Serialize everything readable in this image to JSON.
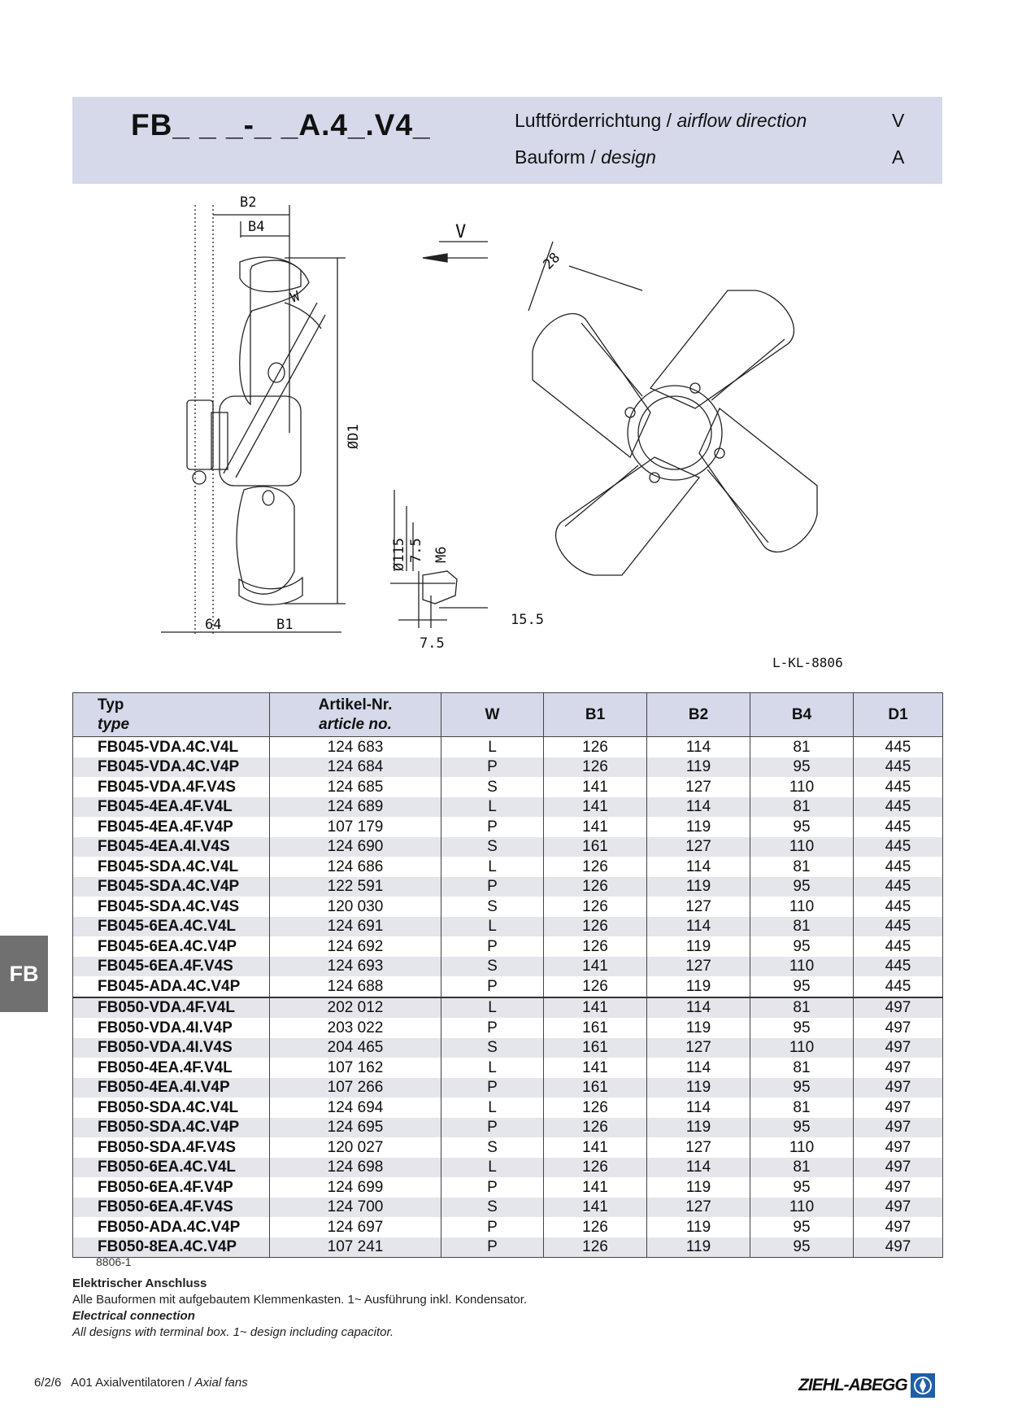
{
  "header": {
    "model_code": "FB_ _ _-_ _A.4_.V4_",
    "line1_de": "Luftförderrichtung /",
    "line1_en": "airflow direction",
    "line1_value": "V",
    "line2_de": "Bauform /",
    "line2_en": "design",
    "line2_value": "A"
  },
  "drawing": {
    "ref": "L-KL-8806",
    "labels": {
      "b2": "B2",
      "b4": "B4",
      "b1": "B1",
      "d1": "ØD1",
      "w": "W",
      "dim64": "64",
      "v": "V",
      "dim28": "28",
      "d115": "Ø115",
      "d75a": "7.5",
      "m6": "M6",
      "d155": "15.5",
      "d75b": "7.5"
    }
  },
  "table": {
    "headers": {
      "type_de": "Typ",
      "type_en": "type",
      "article_de": "Artikel-Nr.",
      "article_en": "article no.",
      "w": "W",
      "b1": "B1",
      "b2": "B2",
      "b4": "B4",
      "d1": "D1"
    },
    "rows": [
      {
        "type": "FB045-VDA.4C.V4L",
        "article": "124 683",
        "w": "L",
        "b1": "126",
        "b2": "114",
        "b4": "81",
        "d1": "445"
      },
      {
        "type": "FB045-VDA.4C.V4P",
        "article": "124 684",
        "w": "P",
        "b1": "126",
        "b2": "119",
        "b4": "95",
        "d1": "445"
      },
      {
        "type": "FB045-VDA.4F.V4S",
        "article": "124 685",
        "w": "S",
        "b1": "141",
        "b2": "127",
        "b4": "110",
        "d1": "445"
      },
      {
        "type": "FB045-4EA.4F.V4L",
        "article": "124 689",
        "w": "L",
        "b1": "141",
        "b2": "114",
        "b4": "81",
        "d1": "445"
      },
      {
        "type": "FB045-4EA.4F.V4P",
        "article": "107 179",
        "w": "P",
        "b1": "141",
        "b2": "119",
        "b4": "95",
        "d1": "445"
      },
      {
        "type": "FB045-4EA.4I.V4S",
        "article": "124 690",
        "w": "S",
        "b1": "161",
        "b2": "127",
        "b4": "110",
        "d1": "445"
      },
      {
        "type": "FB045-SDA.4C.V4L",
        "article": "124 686",
        "w": "L",
        "b1": "126",
        "b2": "114",
        "b4": "81",
        "d1": "445"
      },
      {
        "type": "FB045-SDA.4C.V4P",
        "article": "122 591",
        "w": "P",
        "b1": "126",
        "b2": "119",
        "b4": "95",
        "d1": "445"
      },
      {
        "type": "FB045-SDA.4C.V4S",
        "article": "120 030",
        "w": "S",
        "b1": "126",
        "b2": "127",
        "b4": "110",
        "d1": "445"
      },
      {
        "type": "FB045-6EA.4C.V4L",
        "article": "124 691",
        "w": "L",
        "b1": "126",
        "b2": "114",
        "b4": "81",
        "d1": "445"
      },
      {
        "type": "FB045-6EA.4C.V4P",
        "article": "124 692",
        "w": "P",
        "b1": "126",
        "b2": "119",
        "b4": "95",
        "d1": "445"
      },
      {
        "type": "FB045-6EA.4F.V4S",
        "article": "124 693",
        "w": "S",
        "b1": "141",
        "b2": "127",
        "b4": "110",
        "d1": "445"
      },
      {
        "type": "FB045-ADA.4C.V4P",
        "article": "124 688",
        "w": "P",
        "b1": "126",
        "b2": "119",
        "b4": "95",
        "d1": "445"
      },
      {
        "type": "FB050-VDA.4F.V4L",
        "article": "202 012",
        "w": "L",
        "b1": "141",
        "b2": "114",
        "b4": "81",
        "d1": "497"
      },
      {
        "type": "FB050-VDA.4I.V4P",
        "article": "203 022",
        "w": "P",
        "b1": "161",
        "b2": "119",
        "b4": "95",
        "d1": "497"
      },
      {
        "type": "FB050-VDA.4I.V4S",
        "article": "204 465",
        "w": "S",
        "b1": "161",
        "b2": "127",
        "b4": "110",
        "d1": "497"
      },
      {
        "type": "FB050-4EA.4F.V4L",
        "article": "107 162",
        "w": "L",
        "b1": "141",
        "b2": "114",
        "b4": "81",
        "d1": "497"
      },
      {
        "type": "FB050-4EA.4I.V4P",
        "article": "107 266",
        "w": "P",
        "b1": "161",
        "b2": "119",
        "b4": "95",
        "d1": "497"
      },
      {
        "type": "FB050-SDA.4C.V4L",
        "article": "124 694",
        "w": "L",
        "b1": "126",
        "b2": "114",
        "b4": "81",
        "d1": "497"
      },
      {
        "type": "FB050-SDA.4C.V4P",
        "article": "124 695",
        "w": "P",
        "b1": "126",
        "b2": "119",
        "b4": "95",
        "d1": "497"
      },
      {
        "type": "FB050-SDA.4F.V4S",
        "article": "120 027",
        "w": "S",
        "b1": "141",
        "b2": "127",
        "b4": "110",
        "d1": "497"
      },
      {
        "type": "FB050-6EA.4C.V4L",
        "article": "124 698",
        "w": "L",
        "b1": "126",
        "b2": "114",
        "b4": "81",
        "d1": "497"
      },
      {
        "type": "FB050-6EA.4F.V4P",
        "article": "124 699",
        "w": "P",
        "b1": "141",
        "b2": "119",
        "b4": "95",
        "d1": "497"
      },
      {
        "type": "FB050-6EA.4F.V4S",
        "article": "124 700",
        "w": "S",
        "b1": "141",
        "b2": "127",
        "b4": "110",
        "d1": "497"
      },
      {
        "type": "FB050-ADA.4C.V4P",
        "article": "124 697",
        "w": "P",
        "b1": "126",
        "b2": "119",
        "b4": "95",
        "d1": "497"
      },
      {
        "type": "FB050-8EA.4C.V4P",
        "article": "107 241",
        "w": "P",
        "b1": "126",
        "b2": "119",
        "b4": "95",
        "d1": "497"
      }
    ],
    "ref": "8806-1"
  },
  "notes": {
    "heading_de": "Elektrischer Anschluss",
    "text_de": "Alle Bauformen mit aufgebautem Klemmenkasten. 1~ Ausführung inkl. Kondensator.",
    "heading_en": "Electrical connection",
    "text_en": "All designs with terminal box. 1~ design including capacitor."
  },
  "side_tab": "FB",
  "footer": {
    "page": "6/2/6",
    "section_de": "A01 Axialventilatoren /",
    "section_en": "Axial fans",
    "brand": "ZIEHL-ABEGG"
  },
  "colors": {
    "header_bg": "#d5d9ea",
    "row_alt": "#e4e6ec",
    "side_tab": "#707070",
    "logo_blue": "#1f5fa8"
  }
}
